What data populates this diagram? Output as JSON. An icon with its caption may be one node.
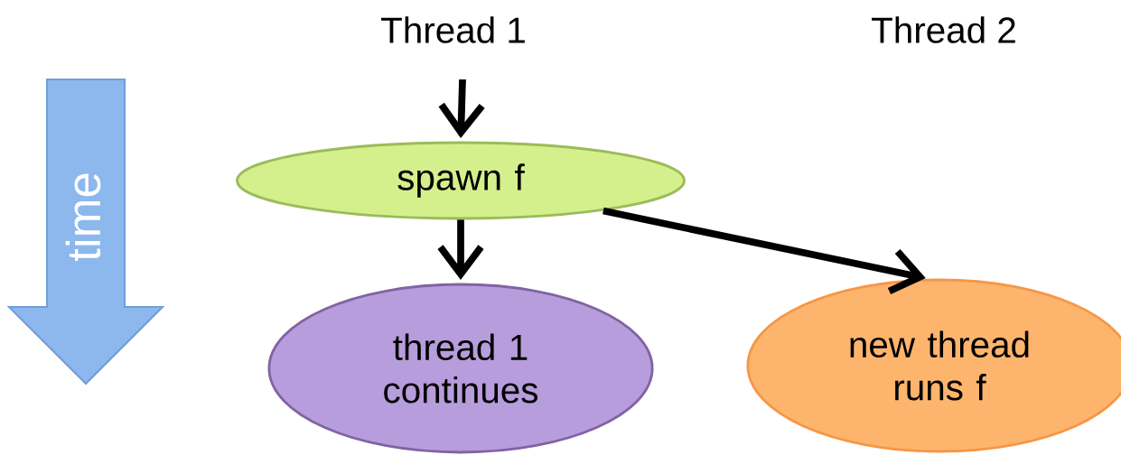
{
  "diagram": {
    "nodes": [
      {
        "text": [
          "time"
        ]
      },
      {
        "text": [
          "spawn f"
        ]
      },
      {
        "text": [
          "thread 1 continues"
        ]
      },
      {
        "text": [
          "new thread runs f"
        ]
      }
    ],
    "edges": [
      {
        "from": null,
        "to": 1,
        "arrow": "to"
      },
      {
        "from": 1,
        "to": 2,
        "arrow": "to"
      },
      {
        "from": 1,
        "to": 3,
        "arrow": "to"
      }
    ],
    "labels": [
      "Thread 1",
      "Thread 2"
    ]
  }
}
